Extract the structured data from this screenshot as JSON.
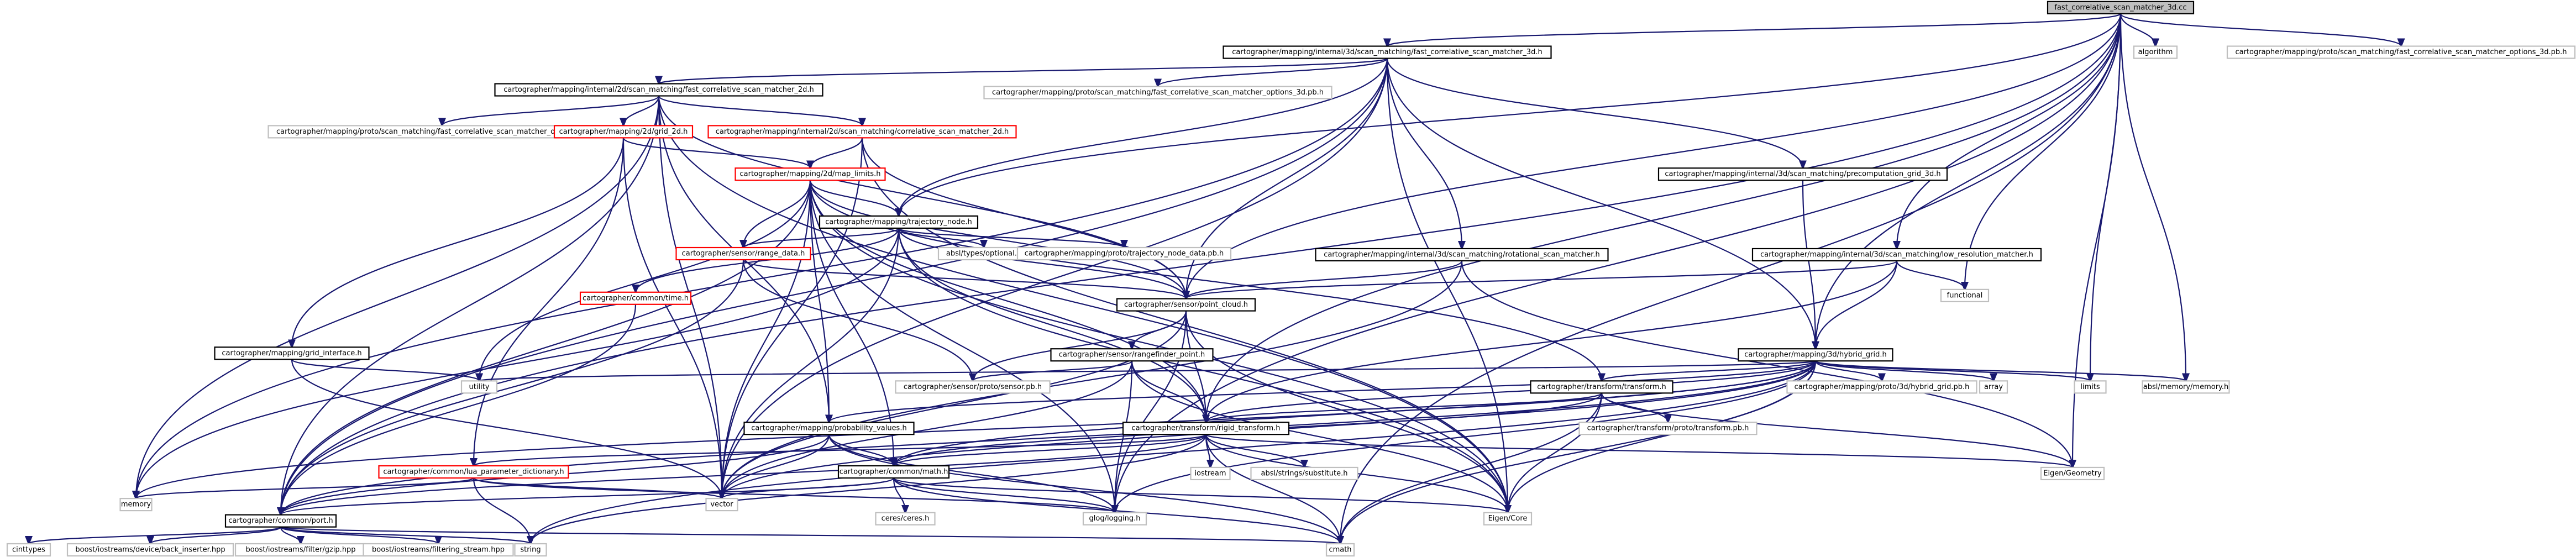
{
  "colors": {
    "edge": "#191970",
    "root_fill": "#bfbfbf",
    "root_stroke": "#000000",
    "documented_stroke": "#000000",
    "truncated_stroke": "#ff0000",
    "external_stroke": "#bfbfbf",
    "background": "#ffffff"
  },
  "nodes": [
    {
      "id": "root",
      "label": "fast_correlative_scan_matcher_3d.cc",
      "kind": "root"
    },
    {
      "id": "fcsm3d_h",
      "label": "cartographer/mapping/internal/3d/scan_matching/fast_correlative_scan_matcher_3d.h",
      "kind": "documented"
    },
    {
      "id": "algorithm",
      "label": "algorithm",
      "kind": "external"
    },
    {
      "id": "proto_fcsm3d_opts",
      "label": "cartographer/mapping/proto/scan_matching/fast_correlative_scan_matcher_options_3d.pb.h",
      "kind": "external"
    },
    {
      "id": "fcsm2d_h",
      "label": "cartographer/mapping/internal/2d/scan_matching/fast_correlative_scan_matcher_2d.h",
      "kind": "documented"
    },
    {
      "id": "proto_fcsm3d",
      "label": "cartographer/mapping/proto/scan_matching/fast_correlative_scan_matcher_options_3d.pb.h",
      "kind": "external"
    },
    {
      "id": "proto_fcsm2d",
      "label": "cartographer/mapping/proto/scan_matching/fast_correlative_scan_matcher_options_2d.pb.h",
      "kind": "external"
    },
    {
      "id": "grid2d",
      "label": "cartographer/mapping/2d/grid_2d.h",
      "kind": "truncated"
    },
    {
      "id": "csm2d",
      "label": "cartographer/mapping/internal/2d/scan_matching/correlative_scan_matcher_2d.h",
      "kind": "truncated"
    },
    {
      "id": "pgrid3d",
      "label": "cartographer/mapping/internal/3d/scan_matching/precomputation_grid_3d.h",
      "kind": "documented"
    },
    {
      "id": "maplimits",
      "label": "cartographer/mapping/2d/map_limits.h",
      "kind": "truncated"
    },
    {
      "id": "trajnode",
      "label": "cartographer/mapping/trajectory_node.h",
      "kind": "documented"
    },
    {
      "id": "rangedata",
      "label": "cartographer/sensor/range_data.h",
      "kind": "truncated"
    },
    {
      "id": "abseil_optional",
      "label": "absl/types/optional.h",
      "kind": "external"
    },
    {
      "id": "proto_trajnode",
      "label": "cartographer/mapping/proto/trajectory_node_data.pb.h",
      "kind": "external"
    },
    {
      "id": "rotscan",
      "label": "cartographer/mapping/internal/3d/scan_matching/rotational_scan_matcher.h",
      "kind": "documented"
    },
    {
      "id": "lowres",
      "label": "cartographer/mapping/internal/3d/scan_matching/low_resolution_matcher.h",
      "kind": "documented"
    },
    {
      "id": "functional",
      "label": "functional",
      "kind": "external"
    },
    {
      "id": "time",
      "label": "cartographer/common/time.h",
      "kind": "truncated"
    },
    {
      "id": "pointcloud",
      "label": "cartographer/sensor/point_cloud.h",
      "kind": "documented"
    },
    {
      "id": "gridinterface",
      "label": "cartographer/mapping/grid_interface.h",
      "kind": "documented"
    },
    {
      "id": "rfpoint",
      "label": "cartographer/sensor/rangefinder_point.h",
      "kind": "documented"
    },
    {
      "id": "hybridgrid",
      "label": "cartographer/mapping/3d/hybrid_grid.h",
      "kind": "documented"
    },
    {
      "id": "utility",
      "label": "utility",
      "kind": "external"
    },
    {
      "id": "sensorpb",
      "label": "cartographer/sensor/proto/sensor.pb.h",
      "kind": "external"
    },
    {
      "id": "transform",
      "label": "cartographer/transform/transform.h",
      "kind": "documented"
    },
    {
      "id": "proto_hybridgrid",
      "label": "cartographer/mapping/proto/3d/hybrid_grid.pb.h",
      "kind": "external"
    },
    {
      "id": "array",
      "label": "array",
      "kind": "external"
    },
    {
      "id": "limits",
      "label": "limits",
      "kind": "external"
    },
    {
      "id": "absl_memory",
      "label": "absl/memory/memory.h",
      "kind": "external"
    },
    {
      "id": "transformpb",
      "label": "cartographer/transform/proto/transform.pb.h",
      "kind": "external"
    },
    {
      "id": "probvalues",
      "label": "cartographer/mapping/probability_values.h",
      "kind": "documented"
    },
    {
      "id": "rigid",
      "label": "cartographer/transform/rigid_transform.h",
      "kind": "documented"
    },
    {
      "id": "luadict",
      "label": "cartographer/common/lua_parameter_dictionary.h",
      "kind": "truncated"
    },
    {
      "id": "cmath_h",
      "label": "cartographer/common/math.h",
      "kind": "documented"
    },
    {
      "id": "iostream",
      "label": "iostream",
      "kind": "external"
    },
    {
      "id": "absl_subst",
      "label": "absl/strings/substitute.h",
      "kind": "external"
    },
    {
      "id": "eigengeom",
      "label": "Eigen/Geometry",
      "kind": "external"
    },
    {
      "id": "memory",
      "label": "memory",
      "kind": "external"
    },
    {
      "id": "vector",
      "label": "vector",
      "kind": "external"
    },
    {
      "id": "ceres",
      "label": "ceres/ceres.h",
      "kind": "external"
    },
    {
      "id": "glog",
      "label": "glog/logging.h",
      "kind": "external"
    },
    {
      "id": "eigencore",
      "label": "Eigen/Core",
      "kind": "external"
    },
    {
      "id": "port",
      "label": "cartographer/common/port.h",
      "kind": "documented"
    },
    {
      "id": "cinttypes",
      "label": "cinttypes",
      "kind": "external"
    },
    {
      "id": "backinserter",
      "label": "boost/iostreams/device/back_inserter.hpp",
      "kind": "external"
    },
    {
      "id": "gzip",
      "label": "boost/iostreams/filter/gzip.hpp",
      "kind": "external"
    },
    {
      "id": "filterstream",
      "label": "boost/iostreams/filtering_stream.hpp",
      "kind": "external"
    },
    {
      "id": "string",
      "label": "string",
      "kind": "external"
    },
    {
      "id": "cmath",
      "label": "cmath",
      "kind": "external"
    }
  ],
  "edges": [
    [
      "root",
      "fcsm3d_h"
    ],
    [
      "root",
      "algorithm"
    ],
    [
      "root",
      "proto_fcsm3d_opts"
    ],
    [
      "root",
      "cmath"
    ],
    [
      "root",
      "limits"
    ],
    [
      "root",
      "absl_memory"
    ],
    [
      "root",
      "eigengeom"
    ],
    [
      "root",
      "glog"
    ],
    [
      "root",
      "hybridgrid"
    ],
    [
      "root",
      "lowres"
    ],
    [
      "root",
      "functional"
    ],
    [
      "root",
      "rigid"
    ],
    [
      "root",
      "port"
    ],
    [
      "root",
      "trajnode"
    ],
    [
      "root",
      "pointcloud"
    ],
    [
      "fcsm3d_h",
      "fcsm2d_h"
    ],
    [
      "fcsm3d_h",
      "proto_fcsm3d"
    ],
    [
      "fcsm3d_h",
      "pgrid3d"
    ],
    [
      "fcsm3d_h",
      "rotscan"
    ],
    [
      "fcsm3d_h",
      "hybridgrid"
    ],
    [
      "fcsm3d_h",
      "trajnode"
    ],
    [
      "fcsm3d_h",
      "pointcloud"
    ],
    [
      "fcsm3d_h",
      "eigencore"
    ],
    [
      "fcsm3d_h",
      "vector"
    ],
    [
      "fcsm3d_h",
      "memory"
    ],
    [
      "fcsm3d_h",
      "port"
    ],
    [
      "fcsm2d_h",
      "proto_fcsm2d"
    ],
    [
      "fcsm2d_h",
      "grid2d"
    ],
    [
      "fcsm2d_h",
      "csm2d"
    ],
    [
      "fcsm2d_h",
      "pointcloud"
    ],
    [
      "fcsm2d_h",
      "eigencore"
    ],
    [
      "fcsm2d_h",
      "vector"
    ],
    [
      "fcsm2d_h",
      "memory"
    ],
    [
      "fcsm2d_h",
      "port"
    ],
    [
      "fcsm2d_h",
      "probvalues"
    ],
    [
      "grid2d",
      "maplimits"
    ],
    [
      "grid2d",
      "gridinterface"
    ],
    [
      "grid2d",
      "luadict"
    ],
    [
      "grid2d",
      "vector"
    ],
    [
      "csm2d",
      "maplimits"
    ],
    [
      "csm2d",
      "pointcloud"
    ],
    [
      "csm2d",
      "eigencore"
    ],
    [
      "csm2d",
      "vector"
    ],
    [
      "maplimits",
      "trajnode"
    ],
    [
      "maplimits",
      "rangedata"
    ],
    [
      "maplimits",
      "pointcloud"
    ],
    [
      "maplimits",
      "transform"
    ],
    [
      "maplimits",
      "rigid"
    ],
    [
      "maplimits",
      "cmath_h"
    ],
    [
      "maplimits",
      "eigencore"
    ],
    [
      "maplimits",
      "glog"
    ],
    [
      "maplimits",
      "utility"
    ],
    [
      "maplimits",
      "vector"
    ],
    [
      "maplimits",
      "port"
    ],
    [
      "maplimits",
      "probvalues"
    ],
    [
      "trajnode",
      "abseil_optional"
    ],
    [
      "trajnode",
      "proto_trajnode"
    ],
    [
      "trajnode",
      "rangedata"
    ],
    [
      "trajnode",
      "time"
    ],
    [
      "trajnode",
      "pointcloud"
    ],
    [
      "trajnode",
      "rigid"
    ],
    [
      "trajnode",
      "eigencore"
    ],
    [
      "trajnode",
      "memory"
    ],
    [
      "trajnode",
      "vector"
    ],
    [
      "rangedata",
      "pointcloud"
    ],
    [
      "rangedata",
      "sensorpb"
    ],
    [
      "rangedata",
      "port"
    ],
    [
      "time",
      "port"
    ],
    [
      "rotscan",
      "pointcloud"
    ],
    [
      "rotscan",
      "eigengeom"
    ],
    [
      "rotscan",
      "vector"
    ],
    [
      "pgrid3d",
      "hybridgrid"
    ],
    [
      "lowres",
      "hybridgrid"
    ],
    [
      "lowres",
      "pointcloud"
    ],
    [
      "lowres",
      "rigid"
    ],
    [
      "lowres",
      "functional"
    ],
    [
      "pointcloud",
      "rfpoint"
    ],
    [
      "pointcloud",
      "sensorpb"
    ],
    [
      "pointcloud",
      "rigid"
    ],
    [
      "pointcloud",
      "glog"
    ],
    [
      "pointcloud",
      "eigencore"
    ],
    [
      "pointcloud",
      "vector"
    ],
    [
      "gridinterface",
      "utility"
    ],
    [
      "gridinterface",
      "vector"
    ],
    [
      "rfpoint",
      "sensorpb"
    ],
    [
      "rfpoint",
      "rigid"
    ],
    [
      "rfpoint",
      "glog"
    ],
    [
      "rfpoint",
      "eigencore"
    ],
    [
      "rfpoint",
      "vector"
    ],
    [
      "hybridgrid",
      "proto_hybridgrid"
    ],
    [
      "hybridgrid",
      "array"
    ],
    [
      "hybridgrid",
      "limits"
    ],
    [
      "hybridgrid",
      "absl_memory"
    ],
    [
      "hybridgrid",
      "transform"
    ],
    [
      "hybridgrid",
      "probvalues"
    ],
    [
      "hybridgrid",
      "rigid"
    ],
    [
      "hybridgrid",
      "cmath_h"
    ],
    [
      "hybridgrid",
      "port"
    ],
    [
      "hybridgrid",
      "glog"
    ],
    [
      "hybridgrid",
      "eigencore"
    ],
    [
      "hybridgrid",
      "utility"
    ],
    [
      "hybridgrid",
      "vector"
    ],
    [
      "hybridgrid",
      "cmath"
    ],
    [
      "hybridgrid",
      "memory"
    ],
    [
      "hybridgrid",
      "string"
    ],
    [
      "transform",
      "transformpb"
    ],
    [
      "transform",
      "rigid"
    ],
    [
      "transform",
      "cmath_h"
    ],
    [
      "transform",
      "eigengeom"
    ],
    [
      "transform",
      "eigencore"
    ],
    [
      "transform",
      "cmath"
    ],
    [
      "probvalues",
      "cmath_h"
    ],
    [
      "probvalues",
      "port"
    ],
    [
      "probvalues",
      "glog"
    ],
    [
      "probvalues",
      "vector"
    ],
    [
      "probvalues",
      "cmath"
    ],
    [
      "rigid",
      "iostream"
    ],
    [
      "rigid",
      "absl_subst"
    ],
    [
      "rigid",
      "eigengeom"
    ],
    [
      "rigid",
      "eigencore"
    ],
    [
      "rigid",
      "cmath_h"
    ],
    [
      "rigid",
      "port"
    ],
    [
      "rigid",
      "luadict"
    ],
    [
      "rigid",
      "cmath"
    ],
    [
      "rigid",
      "string"
    ],
    [
      "luadict",
      "memory"
    ],
    [
      "luadict",
      "string"
    ],
    [
      "luadict",
      "vector"
    ],
    [
      "luadict",
      "glog"
    ],
    [
      "cmath_h",
      "ceres"
    ],
    [
      "cmath_h",
      "glog"
    ],
    [
      "cmath_h",
      "eigencore"
    ],
    [
      "cmath_h",
      "port"
    ],
    [
      "cmath_h",
      "vector"
    ],
    [
      "cmath_h",
      "cmath"
    ],
    [
      "port",
      "cinttypes"
    ],
    [
      "port",
      "backinserter"
    ],
    [
      "port",
      "gzip"
    ],
    [
      "port",
      "filterstream"
    ],
    [
      "port",
      "string"
    ],
    [
      "port",
      "cmath"
    ]
  ]
}
